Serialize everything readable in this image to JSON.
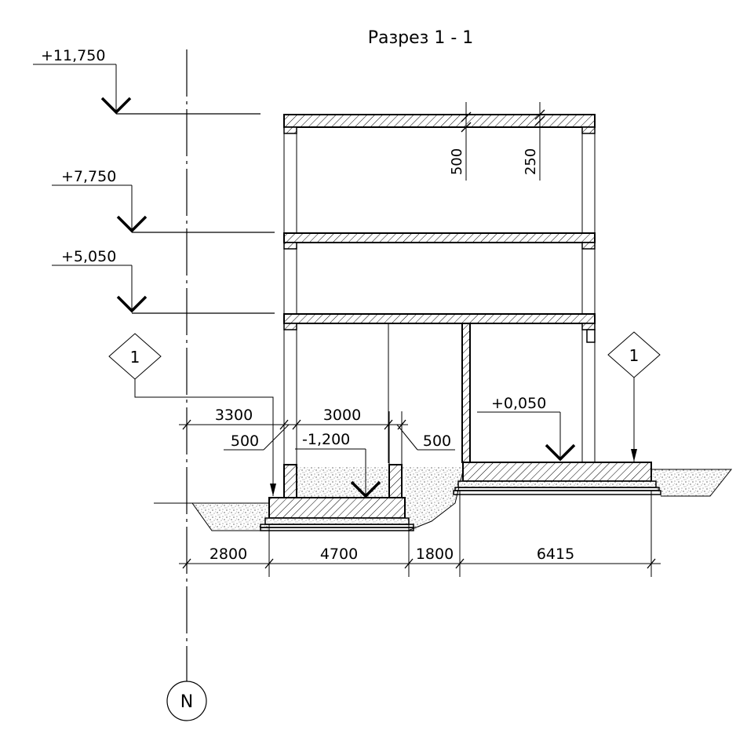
{
  "title": "Разрез 1 - 1",
  "axis_label": "N",
  "levels": {
    "l1": "+11,750",
    "l2": "+7,750",
    "l3": "+5,050",
    "l4": "-1,200",
    "l5": "+0,050"
  },
  "section_markers": {
    "left": "1",
    "right": "1"
  },
  "dimensions": {
    "slab_500": "500",
    "slab_250": "250",
    "d3300": "3300",
    "d3000": "3000",
    "d500_left": "500",
    "d500_right": "500",
    "d2800": "2800",
    "d4700": "4700",
    "d1800": "1800",
    "d6415": "6415"
  }
}
